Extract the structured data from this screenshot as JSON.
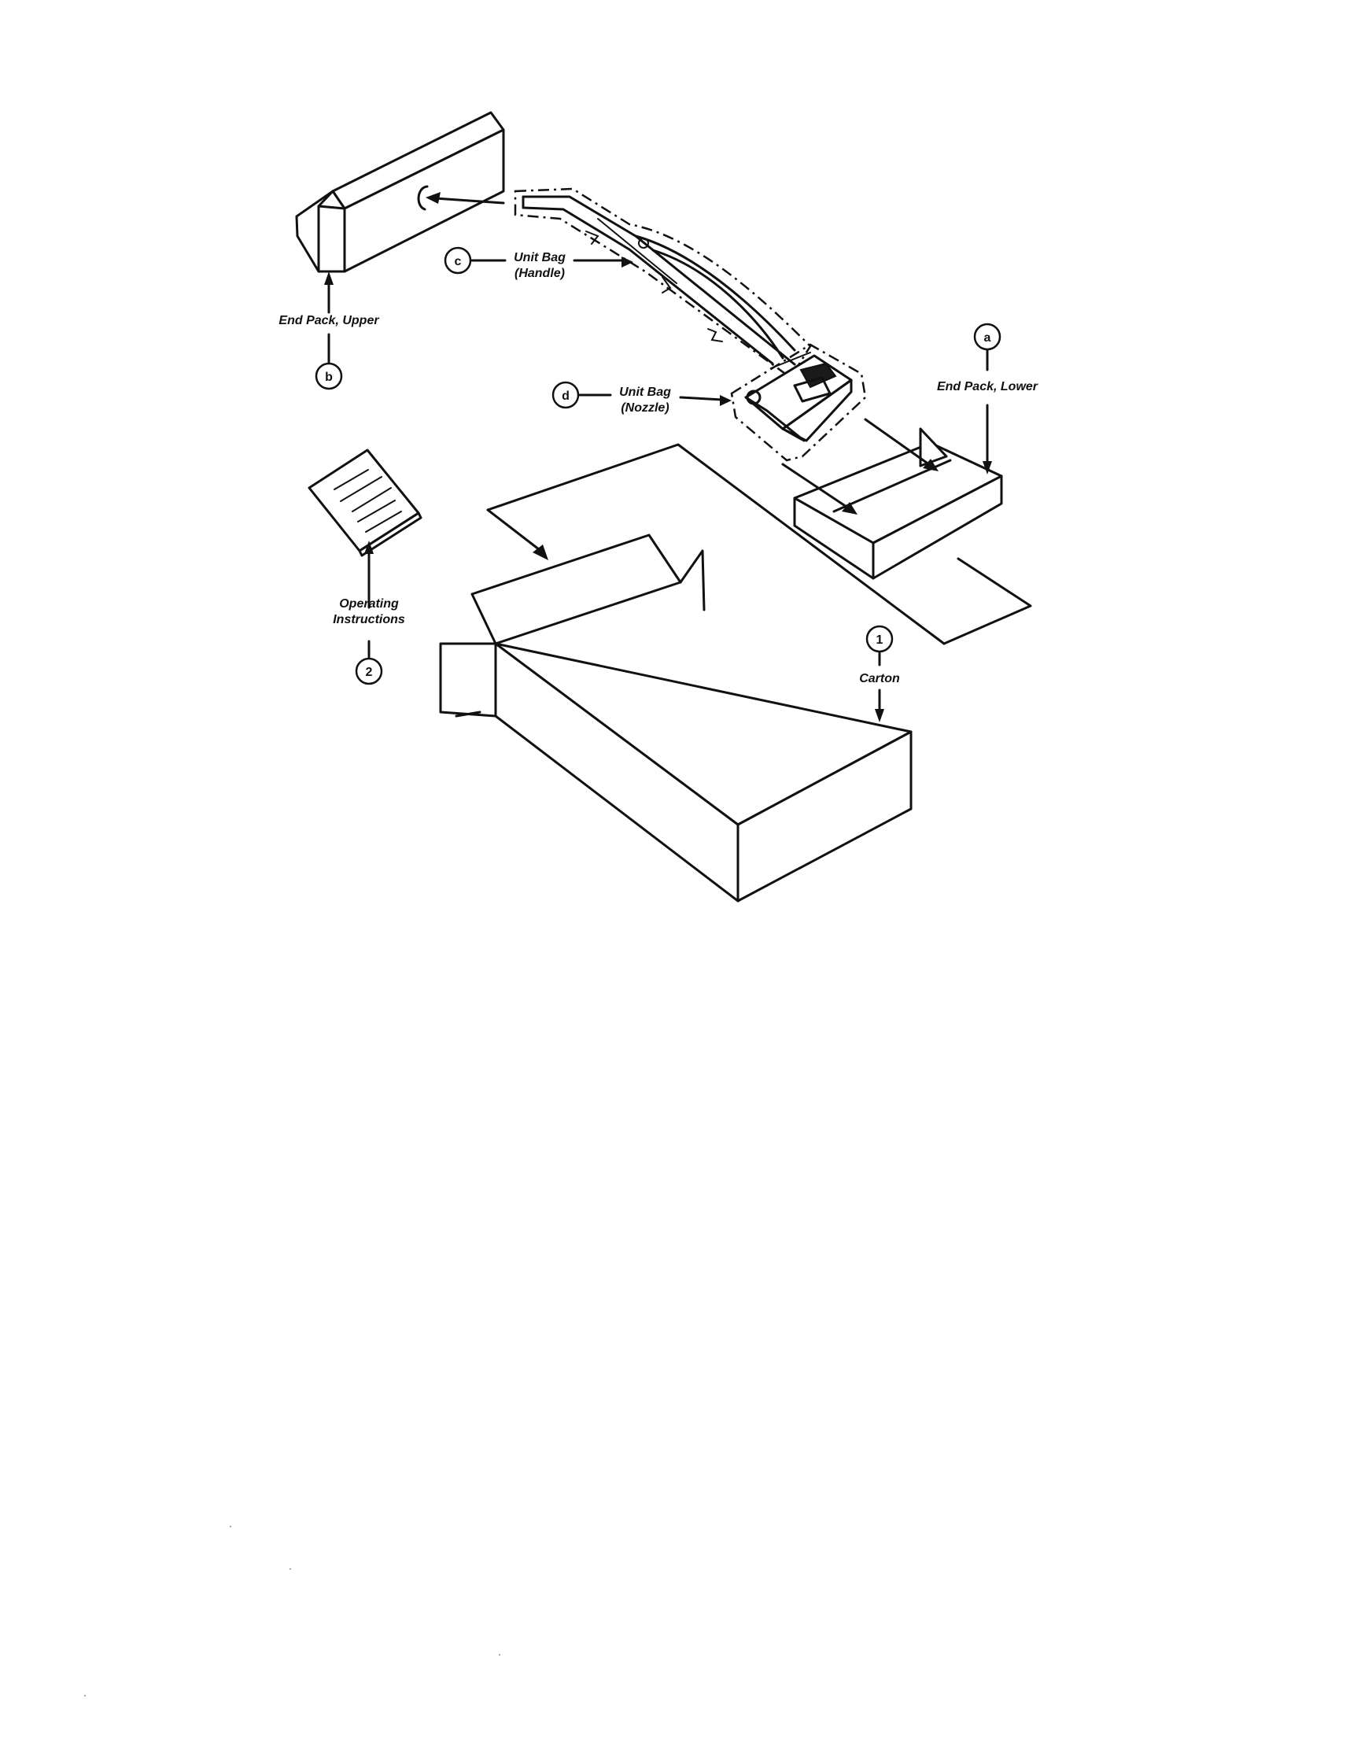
{
  "labels": {
    "end_pack_upper": "End Pack, Upper",
    "unit_bag_handle_1": "Unit Bag",
    "unit_bag_handle_2": "(Handle)",
    "unit_bag_nozzle_1": "Unit Bag",
    "unit_bag_nozzle_2": "(Nozzle)",
    "end_pack_lower": "End Pack, Lower",
    "operating_1": "Operating",
    "operating_2": "Instructions",
    "carton": "Carton"
  },
  "markers": {
    "a": "a",
    "b": "b",
    "c": "c",
    "d": "d",
    "one": "1",
    "two": "2"
  }
}
